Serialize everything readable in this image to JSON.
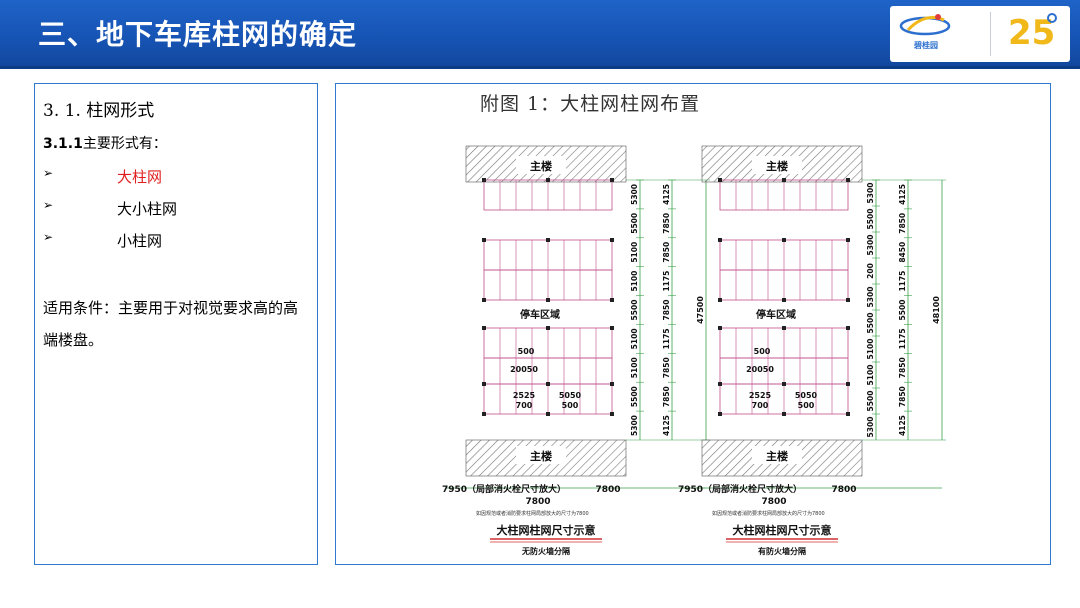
{
  "header": {
    "title": "三、地下车库柱网的确定"
  },
  "logo": {
    "brand": "碧桂园",
    "years": "25"
  },
  "left_panel": {
    "section_title": "3. 1. 柱网形式",
    "sub_title_num": "3.1.1",
    "sub_title_text": "主要形式有：",
    "items": [
      {
        "bullet": "➢",
        "label": "大柱网",
        "color": "#e02020"
      },
      {
        "bullet": "➢",
        "label": "大小柱网",
        "color": "#000000"
      },
      {
        "bullet": "➢",
        "label": "小柱网",
        "color": "#000000"
      }
    ],
    "condition_text": "适用条件：主要用于对视觉要求高的高端楼盘。"
  },
  "figure": {
    "title": "附图 1：大柱网柱网布置",
    "drawings": [
      {
        "top_label": "主楼",
        "bottom_label": "主楼",
        "parking_label": "停车区域",
        "inner_dims": [
          "500",
          "20050",
          "2525",
          "5050",
          "700",
          "500"
        ],
        "col1_dims": [
          "5300",
          "5500",
          "5100",
          "5100",
          "5500",
          "5100",
          "5100",
          "5500",
          "5300"
        ],
        "col2_dims": [
          "4125",
          "7850",
          "7850",
          "1175",
          "7850",
          "1175",
          "7850",
          "7850",
          "4125"
        ],
        "total_dim": "47500",
        "bottom_dims": [
          "7950（局部消火栓尺寸放大）",
          "7800",
          "7800"
        ],
        "note": "如因规范或者消防要求柱网局部放大的尺寸为7800",
        "caption": "大柱网柱网尺寸示意",
        "sub_caption": "无防火墙分隔"
      },
      {
        "top_label": "主楼",
        "bottom_label": "主楼",
        "parking_label": "停车区域",
        "inner_dims": [
          "500",
          "20050",
          "2525",
          "5050",
          "700",
          "500"
        ],
        "col1_dims": [
          "5300",
          "5500",
          "5300",
          "200",
          "5300",
          "5500",
          "5100",
          "5100",
          "5500",
          "5300"
        ],
        "col2_dims": [
          "4125",
          "7850",
          "8450",
          "1175",
          "5500",
          "1175",
          "7850",
          "7850",
          "4125"
        ],
        "total_dim": "48100",
        "bottom_dims": [
          "7950（局部消火栓尺寸放大）",
          "7800",
          "7800"
        ],
        "note": "如因规范或者消防要求柱网局部放大的尺寸为7800",
        "caption": "大柱网柱网尺寸示意",
        "sub_caption": "有防火墙分隔"
      }
    ]
  }
}
